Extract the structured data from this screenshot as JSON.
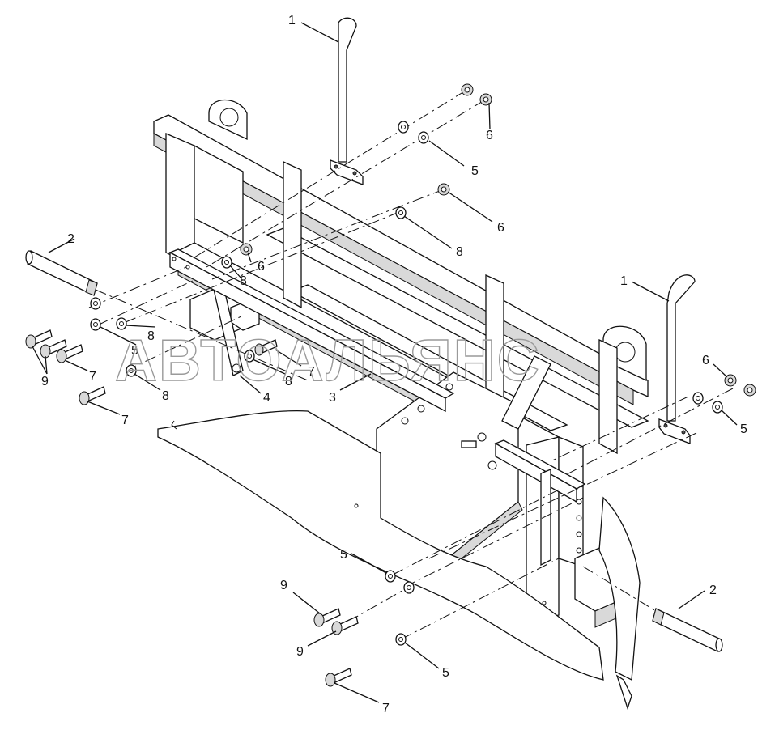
{
  "watermark": "АВТОАЛЬЯНС",
  "callouts": {
    "c1a": "1",
    "c1b": "1",
    "c2a": "2",
    "c2b": "2",
    "c3": "3",
    "c4": "4",
    "c5a": "5",
    "c5b": "5",
    "c5c": "5",
    "c5d": "5",
    "c5e": "5",
    "c6a": "6",
    "c6b": "6",
    "c6c": "6",
    "c6d": "6",
    "c7a": "7",
    "c7b": "7",
    "c7c": "7",
    "c7d": "7",
    "c8a": "8",
    "c8b": "8",
    "c8c": "8",
    "c8d": "8",
    "c8e": "8",
    "c9a": "9",
    "c9b": "9",
    "c9c": "9"
  }
}
